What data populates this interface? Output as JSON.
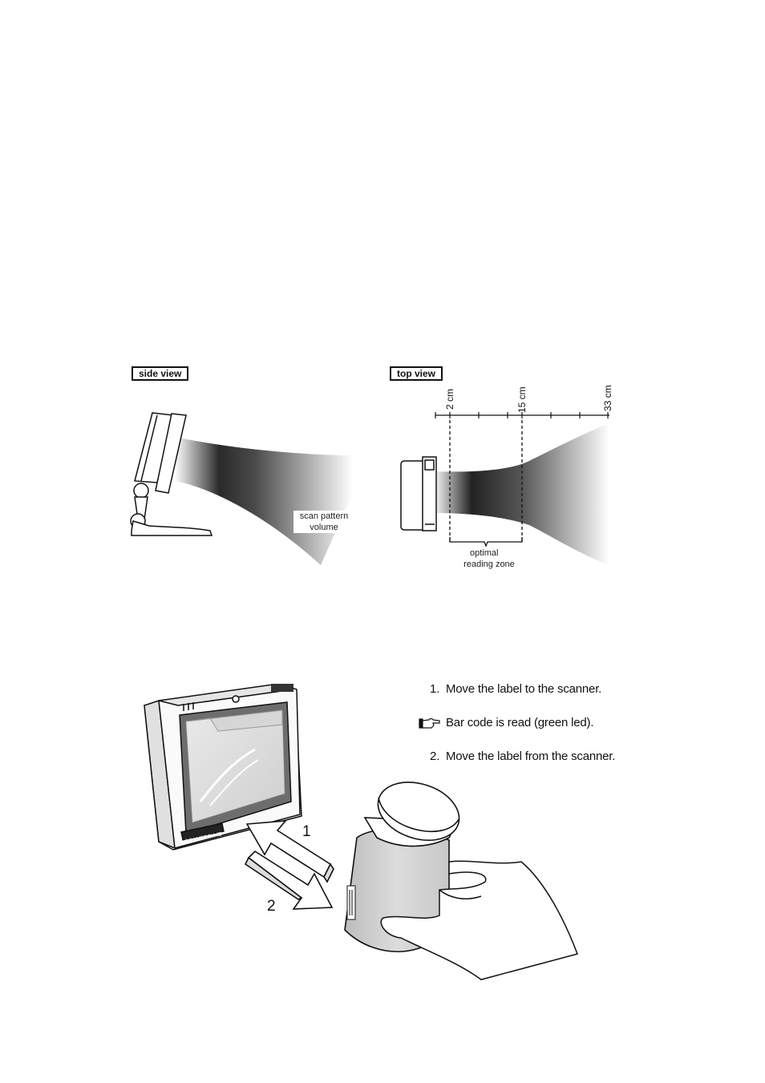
{
  "diagram": {
    "side_view": {
      "label": "side view",
      "scan_label_line1": "scan pattern",
      "scan_label_line2": "volume"
    },
    "top_view": {
      "label": "top view",
      "distances": [
        "2 cm",
        "15 cm",
        "33 cm"
      ],
      "zone_label_line1": "optimal",
      "zone_label_line2": "reading zone"
    }
  },
  "instructions": {
    "steps": [
      {
        "number": "1.",
        "text": "Move the label to the scanner."
      },
      {
        "number": "",
        "icon": "pointing-hand-icon",
        "text": "Bar code is read (green led)."
      },
      {
        "number": "2.",
        "text": "Move the label from the scanner."
      }
    ],
    "arrow_labels": [
      "1",
      "2"
    ],
    "device_brand": "SCANTECH ID"
  }
}
